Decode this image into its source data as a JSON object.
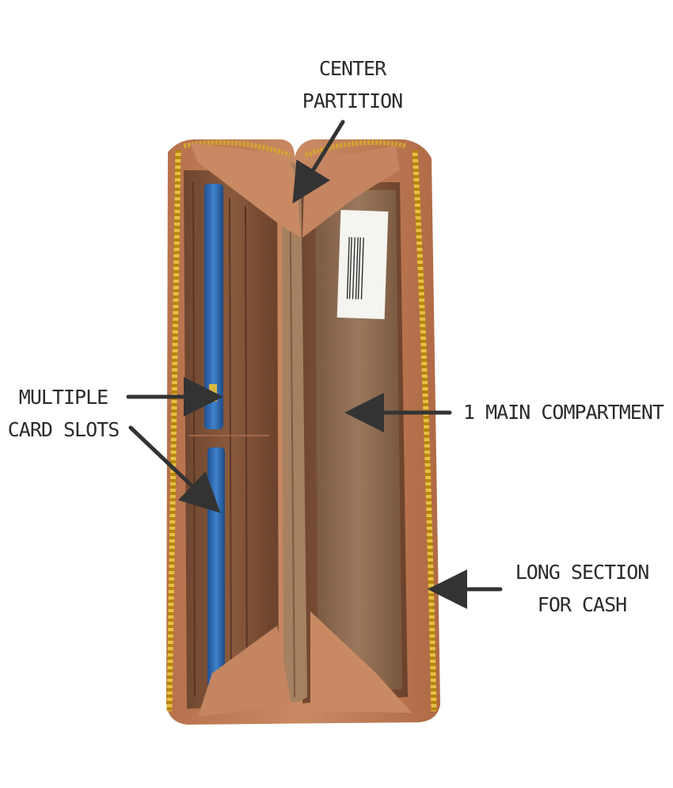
{
  "image": {
    "subject": "open zip-around tan wallet viewed from above",
    "colors": {
      "background": "#ffffff",
      "leather": "#c27c56",
      "lining": "#8a6a4f",
      "zipper": "#d4a62f",
      "card": "#2f6db5",
      "label_text": "#2b2b2b",
      "arrow": "#333333"
    }
  },
  "annotations": {
    "center_partition": {
      "line1": "CENTER",
      "line2": "PARTITION"
    },
    "card_slots": {
      "line1": "MULTIPLE",
      "line2": "CARD SLOTS"
    },
    "main_compartment": {
      "line1": "1 MAIN COMPARTMENT"
    },
    "cash_section": {
      "line1": "LONG SECTION",
      "line2": "FOR CASH"
    }
  }
}
